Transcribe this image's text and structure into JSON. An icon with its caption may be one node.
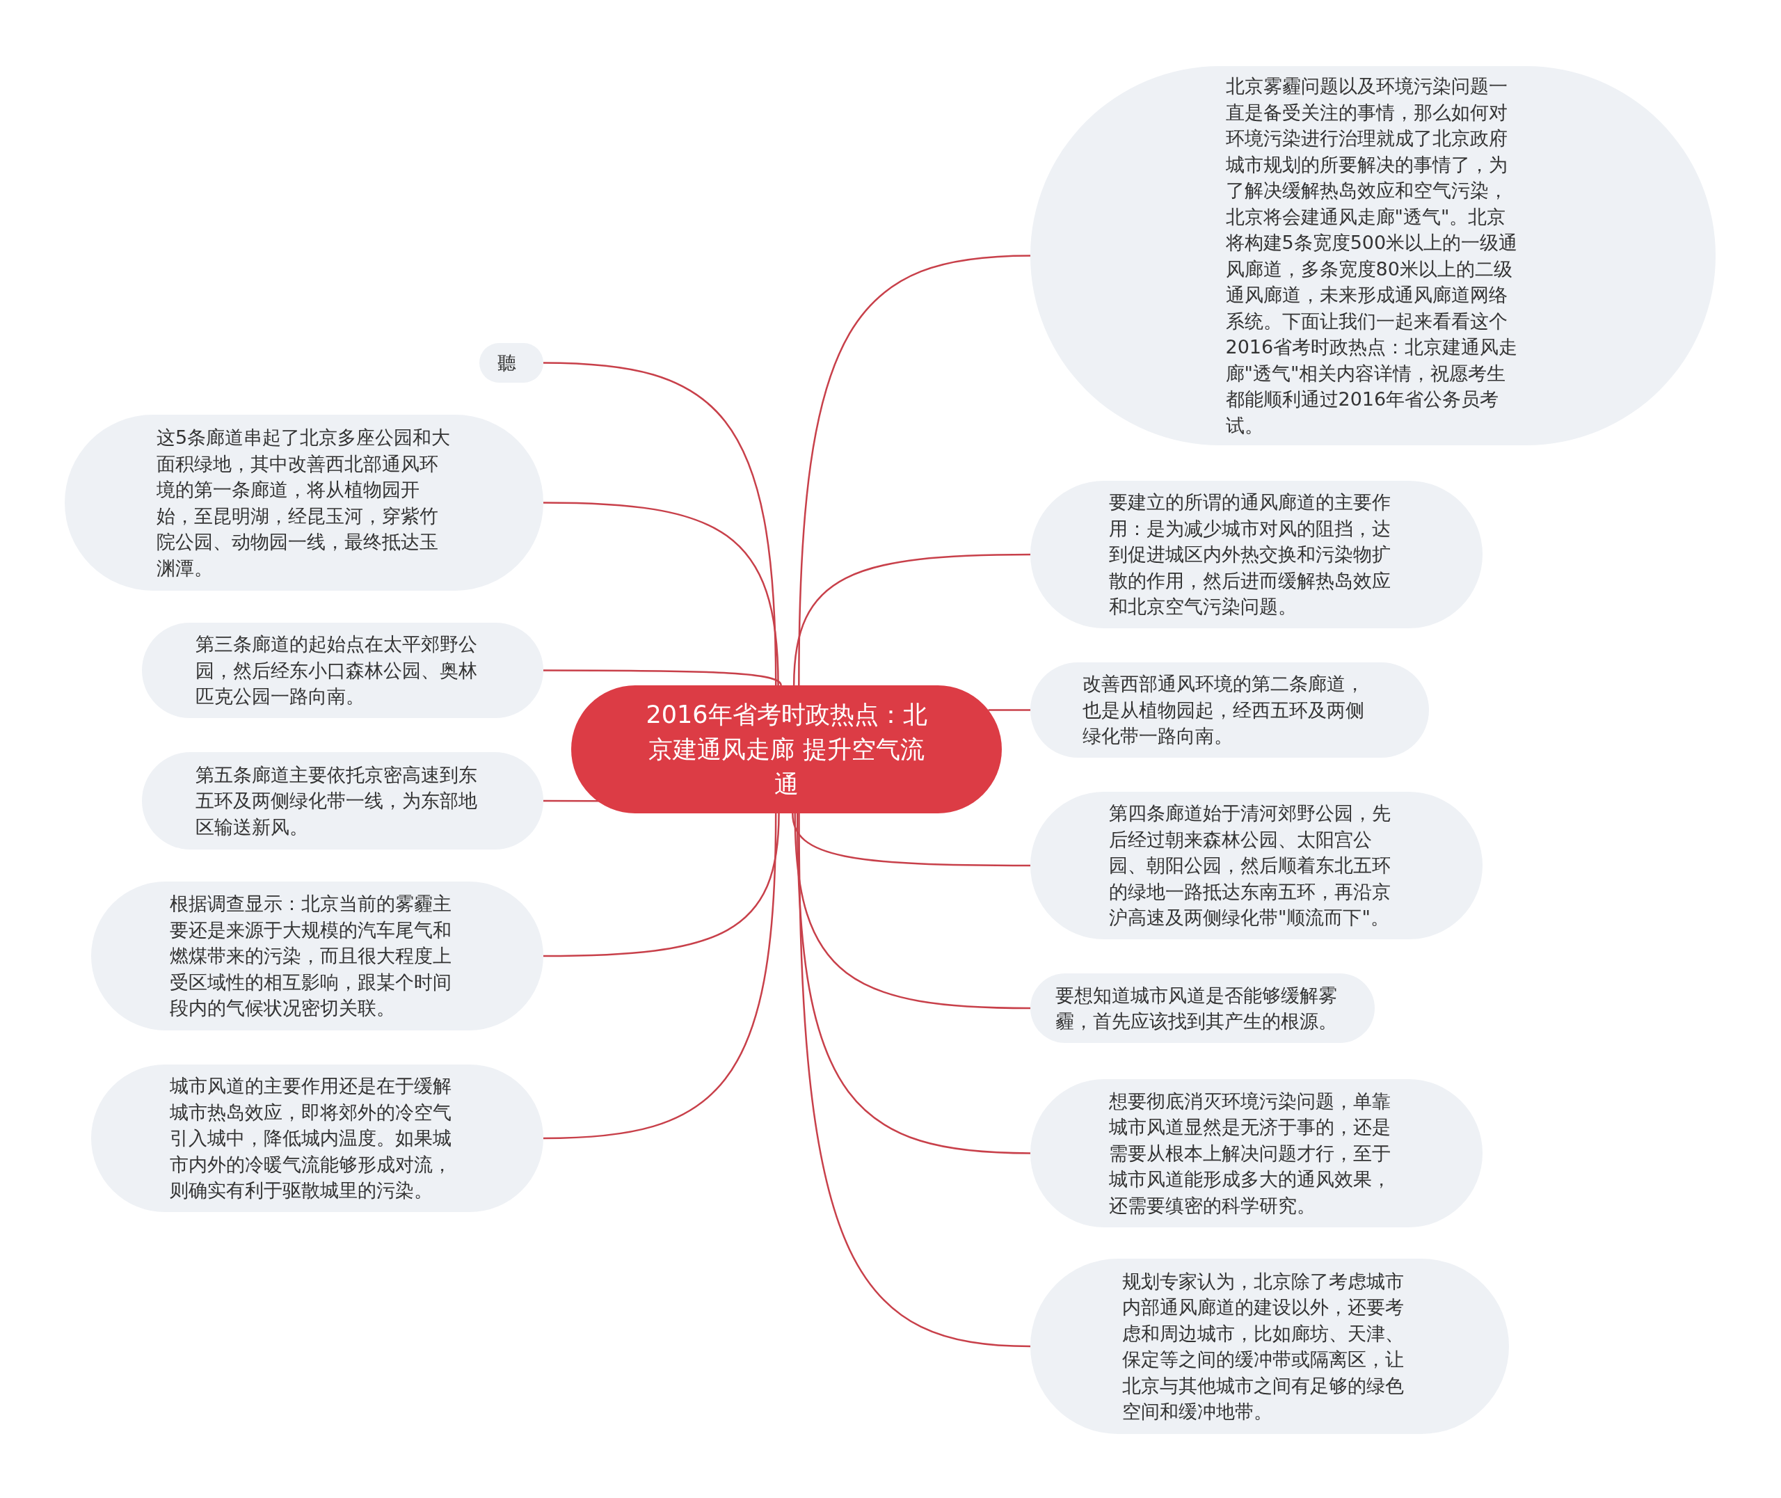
{
  "diagram": {
    "nodes": [
      {
        "text": [
          "2016年省考时政热点：北京建通风走廊 提升空气流通"
        ]
      },
      {
        "text": [
          "北京雾霾问题以及环境污染问题一直是备受关注的事情，那么如何对环境污染进行治理就成了北京政府城市规划的所要解决的事情了，为了解决缓解热岛效应和空气污染，北京将会建通风走廊\"透气\"。北京将构建5条宽度500米以上的一级通风廊道，多条宽度80米以上的二级通风廊道，未来形成通风廊道网络系统。下面让我们一起来看看这个2016省考时政热点：北京建通风走廊\"透气\"相关内容详情，祝愿考生都能顺利通过2016年省公务员考试。"
        ]
      },
      {
        "text": [
          "要建立的所谓的通风廊道的主要作用：是为减少城市对风的阻挡，达到促进城区内外热交换和污染物扩散的作用，然后进而缓解热岛效应和北京空气污染问题。"
        ]
      },
      {
        "text": [
          "改善西部通风环境的第二条廊道，也是从植物园起，经西五环及两侧绿化带一路向南。"
        ]
      },
      {
        "text": [
          "第四条廊道始于清河郊野公园，先后经过朝来森林公园、太阳宫公园、朝阳公园，然后顺着东北五环的绿地一路抵达东南五环，再沿京沪高速及两侧绿化带\"顺流而下\"。"
        ]
      },
      {
        "text": [
          "要想知道城市风道是否能够缓解雾霾，首先应该找到其产生的根源。"
        ]
      },
      {
        "text": [
          "想要彻底消灭环境污染问题，单靠城市风道显然是无济于事的，还是需要从根本上解决问题才行，至于城市风道能形成多大的通风效果，还需要缜密的科学研究。"
        ]
      },
      {
        "text": [
          "规划专家认为，北京除了考虑城市内部通风廊道的建设以外，还要考虑和周边城市，比如廊坊、天津、保定等之间的缓冲带或隔离区，让北京与其他城市之间有足够的绿色空间和缓冲地带。"
        ]
      },
      {
        "text": [
          "聽"
        ]
      },
      {
        "text": [
          "这5条廊道串起了北京多座公园和大面积绿地，其中改善西北部通风环境的第一条廊道，将从植物园开始，至昆明湖，经昆玉河，穿紫竹院公园、动物园一线，最终抵达玉渊潭。"
        ]
      },
      {
        "text": [
          "第三条廊道的起始点在太平郊野公园，然后经东小口森林公园、奥林匹克公园一路向南。"
        ]
      },
      {
        "text": [
          "第五条廊道主要依托京密高速到东五环及两侧绿化带一线，为东部地区输送新风。"
        ]
      },
      {
        "text": [
          "根据调查显示：北京当前的雾霾主要还是来源于大规模的汽车尾气和燃煤带来的污染，而且很大程度上受区域性的相互影响，跟某个时间段内的气候状况密切关联。"
        ]
      },
      {
        "text": [
          "城市风道的主要作用还是在于缓解城市热岛效应，即将郊外的冷空气引入城中，降低城内温度。如果城市内外的冷暖气流能够形成对流，则确实有利于驱散城里的污染。"
        ]
      }
    ],
    "edges": [
      {
        "from": 0,
        "to": 1,
        "arrow": "none"
      },
      {
        "from": 0,
        "to": 2,
        "arrow": "none"
      },
      {
        "from": 0,
        "to": 3,
        "arrow": "none"
      },
      {
        "from": 0,
        "to": 4,
        "arrow": "none"
      },
      {
        "from": 0,
        "to": 5,
        "arrow": "none"
      },
      {
        "from": 0,
        "to": 6,
        "arrow": "none"
      },
      {
        "from": 0,
        "to": 7,
        "arrow": "none"
      },
      {
        "from": 0,
        "to": 8,
        "arrow": "none"
      },
      {
        "from": 0,
        "to": 9,
        "arrow": "none"
      },
      {
        "from": 0,
        "to": 10,
        "arrow": "none"
      },
      {
        "from": 0,
        "to": 11,
        "arrow": "none"
      },
      {
        "from": 0,
        "to": 12,
        "arrow": "none"
      },
      {
        "from": 0,
        "to": 13,
        "arrow": "none"
      }
    ]
  }
}
